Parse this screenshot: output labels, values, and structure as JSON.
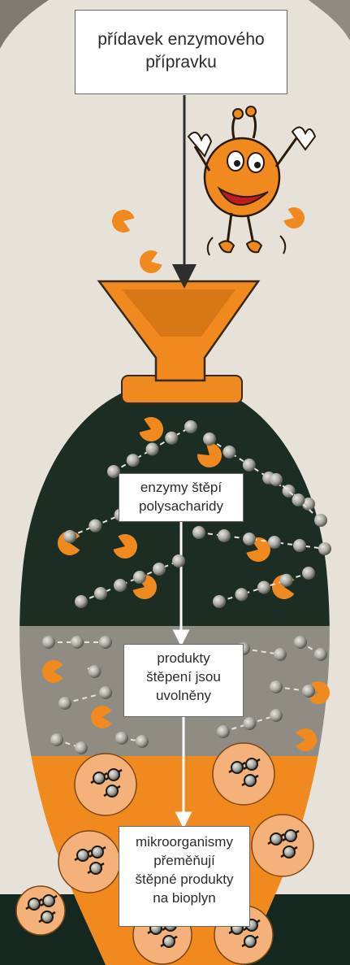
{
  "steps": {
    "add": {
      "line1": "přídavek enzymového",
      "line2": "přípravku"
    },
    "split": {
      "line1": "enzymy štěpí",
      "line2": "polysacharidy"
    },
    "release": {
      "line1": "produkty",
      "line2": "štěpení jsou",
      "line3": "uvolněny"
    },
    "convert": {
      "line1": "mikroorganismy",
      "line2": "přeměňují",
      "line3": "štěpné produkty",
      "line4": "na bioplyn"
    }
  },
  "colors": {
    "background": "#e6e2da",
    "funnel": "#f08a1e",
    "dark_zone": "#1c2d24",
    "gray_zone": "#8f8c84",
    "orange_zone": "#f08a1e",
    "bead": "#a8a8a0",
    "microbe_cell": "#f4b27a",
    "arrow_dark": "#2e2e2e",
    "arrow_light": "#ffffff"
  },
  "icons": [
    "enzyme-pacman-icon",
    "molecule-bead-icon",
    "microbe-icon",
    "enzyme-mascot-icon"
  ]
}
